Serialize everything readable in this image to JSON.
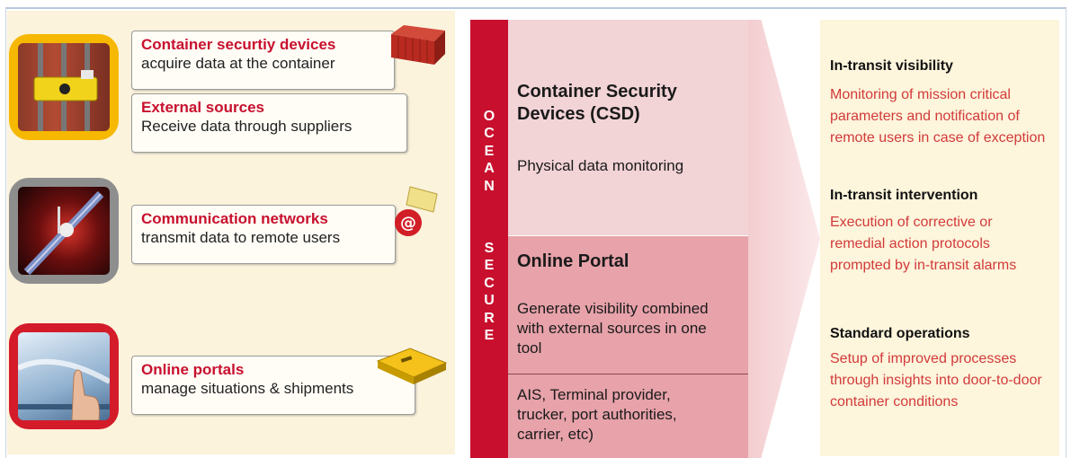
{
  "left": {
    "items": [
      {
        "title": "Container securtiy devices",
        "desc": "acquire data at the container"
      },
      {
        "title": "External sources",
        "desc": "Receive data through suppliers"
      },
      {
        "title": "Communication networks",
        "desc": "transmit data to remote users"
      },
      {
        "title": "Online portals",
        "desc": "manage situations & shipments"
      }
    ]
  },
  "center": {
    "bar_word1": [
      "O",
      "C",
      "E",
      "A",
      "N"
    ],
    "bar_word2": [
      "S",
      "E",
      "C",
      "U",
      "R",
      "E"
    ],
    "top_title": "Container Security Devices (CSD)",
    "top_text": "Physical data monitoring",
    "bottom_title": "Online Portal",
    "bottom_text1": "Generate visibility combined with external sources in one tool",
    "bottom_text2": "AIS, Terminal provider, trucker, port authorities, carrier, etc)"
  },
  "right": {
    "sections": [
      {
        "heading": "In-transit visibility",
        "text": "Monitoring of mission critical parameters and notification of remote users in case of exception"
      },
      {
        "heading": "In-transit intervention",
        "text": "Execution of corrective or remedial action protocols prompted by in-transit alarms"
      },
      {
        "heading": "Standard operations",
        "text": "Setup of improved processes through insights into door-to-door container conditions"
      }
    ]
  },
  "colors": {
    "accent_red": "#c8102e",
    "right_text_red": "#d23a3a",
    "left_bg": "#fbf3dc",
    "right_bg": "#fdf5dc",
    "mid_top_bg": "#f2d3d6",
    "mid_bottom_bg": "#e7a2aa"
  },
  "icons": [
    "container-lock-icon",
    "shipping-container-icon",
    "satellite-icon",
    "email-at-icon",
    "touch-screen-icon",
    "gps-device-icon"
  ]
}
